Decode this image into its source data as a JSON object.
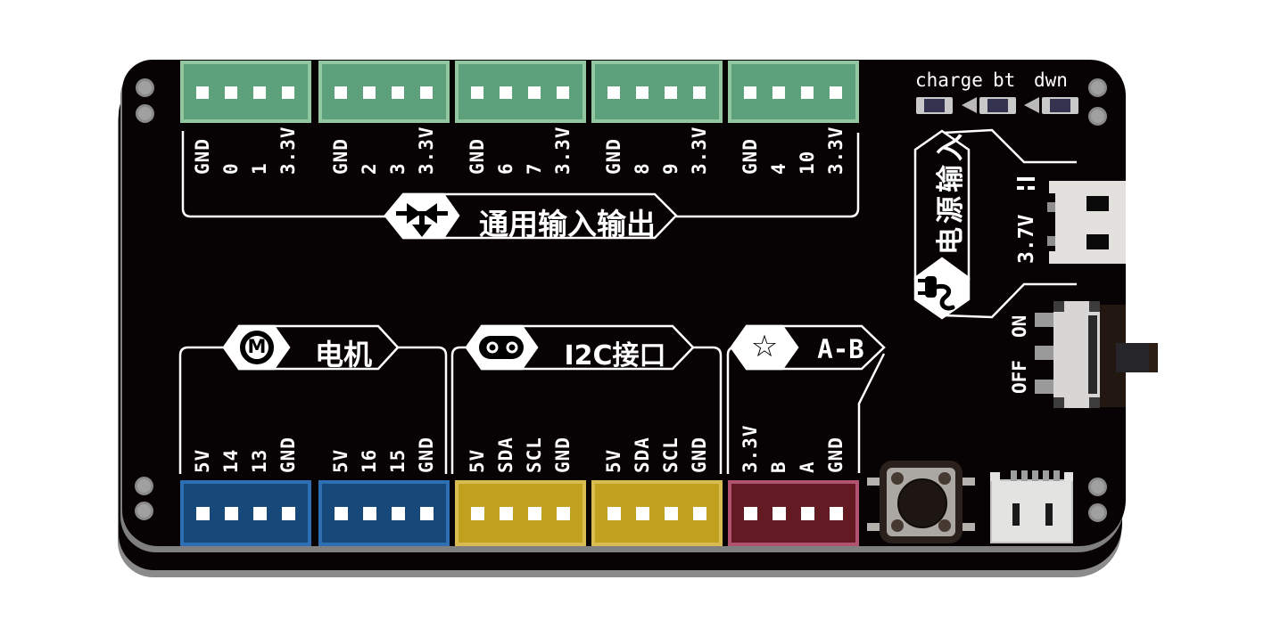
{
  "board": {
    "type_hint": "microbit-expansion-board-diagram",
    "colors": {
      "board": "#070304",
      "silk": "#ffffff",
      "terminal_green": "#5ca17c",
      "terminal_green_border": "#92c7a1",
      "motor_blue": "#17487a",
      "motor_blue_border": "#2d6fb2",
      "i2c_yellow": "#c2a01f",
      "i2c_yellow_border": "#d8bc51",
      "ab_red": "#641a22",
      "ab_red_border": "#b15271",
      "led_die": "#343450",
      "edge_gray": "#8b8b8b"
    },
    "sections": {
      "gpio": {
        "label": "通用输入输出",
        "icon": "io-arrows-icon",
        "groups": [
          [
            "GND",
            "0",
            "1",
            "3.3V"
          ],
          [
            "GND",
            "2",
            "3",
            "3.3V"
          ],
          [
            "GND",
            "6",
            "7",
            "3.3V"
          ],
          [
            "GND",
            "8",
            "9",
            "3.3V"
          ],
          [
            "GND",
            "4",
            "10",
            "3.3V"
          ]
        ]
      },
      "motor": {
        "label": "电机",
        "icon": "motor-icon",
        "icon_letter": "M",
        "groups": [
          [
            "5V",
            "14",
            "13",
            "GND"
          ],
          [
            "5V",
            "16",
            "15",
            "GND"
          ]
        ]
      },
      "i2c": {
        "label": "I2C接口",
        "icon": "i2c-connector-icon",
        "groups": [
          [
            "5V",
            "SDA",
            "SCL",
            "GND"
          ],
          [
            "5V",
            "SDA",
            "SCL",
            "GND"
          ]
        ]
      },
      "ab": {
        "label": "A-B",
        "icon": "star-icon",
        "icon_glyph": "☆",
        "groups": [
          [
            "3.3V",
            "B",
            "A",
            "GND"
          ]
        ]
      },
      "power": {
        "label": "电源输入",
        "icon": "plug-icon",
        "battery_voltage": "3.7V",
        "battery_symbol": "dc-symbol",
        "switch_on": "ON",
        "switch_off": "OFF"
      }
    },
    "status_leds": [
      {
        "label": "charge"
      },
      {
        "label": "bt"
      },
      {
        "label": "dwn"
      }
    ]
  }
}
